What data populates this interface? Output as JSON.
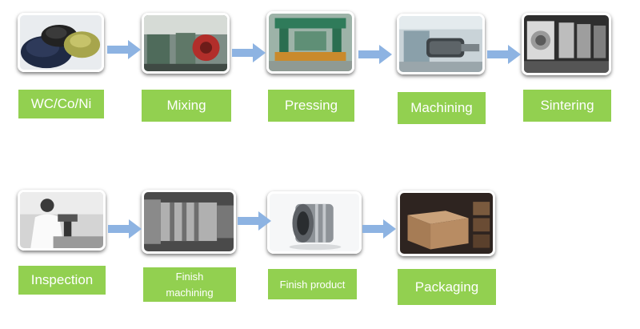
{
  "steps": [
    {
      "id": "wc-co-ni",
      "label": "WC/Co/Ni"
    },
    {
      "id": "mixing",
      "label": "Mixing"
    },
    {
      "id": "pressing",
      "label": "Pressing"
    },
    {
      "id": "machining",
      "label": "Machining"
    },
    {
      "id": "sintering",
      "label": "Sintering"
    },
    {
      "id": "inspection",
      "label": "Inspection"
    },
    {
      "id": "finish-machining",
      "label": "Finish machining"
    },
    {
      "id": "finish-product",
      "label": "Finish product"
    },
    {
      "id": "packaging",
      "label": "Packaging"
    }
  ],
  "colors": {
    "label_bg": "#92d050",
    "label_text": "#ffffff",
    "arrow": "#8db3e2"
  }
}
